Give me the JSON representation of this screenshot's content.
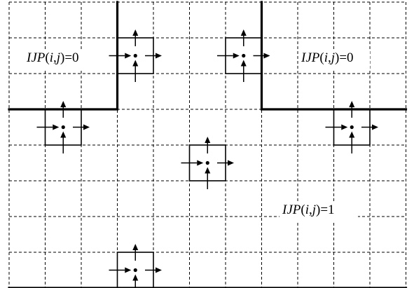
{
  "labels": {
    "top_left": {
      "prefix": "IJP",
      "open": "(",
      "i": "i",
      "comma": ",",
      "j": "j",
      "close_eq": ")=0"
    },
    "top_right": {
      "prefix": "IJP",
      "open": "(",
      "i": "i",
      "comma": ",",
      "j": "j",
      "close_eq": ")=0"
    },
    "bottom": {
      "prefix": "IJP",
      "open": "(",
      "i": "i",
      "comma": ",",
      "j": "j",
      "close_eq": ")=1"
    }
  },
  "colors": {
    "line": "#000000",
    "background": "#ffffff"
  },
  "grid": {
    "columns": 11,
    "rows": 8
  },
  "stencil_cells": [
    {
      "col": 3,
      "row": 1
    },
    {
      "col": 6,
      "row": 1
    },
    {
      "col": 1,
      "row": 3
    },
    {
      "col": 9,
      "row": 3
    },
    {
      "col": 5,
      "row": 4
    },
    {
      "col": 3,
      "row": 7
    }
  ]
}
